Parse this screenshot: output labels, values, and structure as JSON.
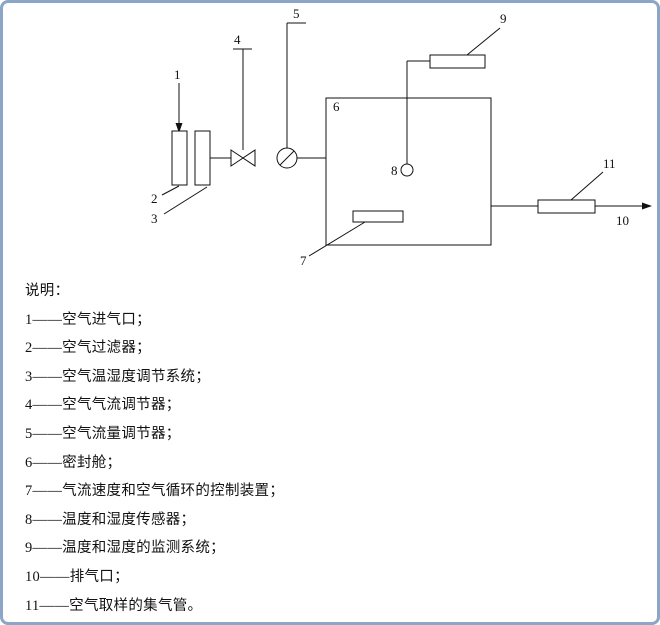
{
  "figure": {
    "labels": {
      "n1": "1",
      "n2": "2",
      "n3": "3",
      "n4": "4",
      "n5": "5",
      "n6": "6",
      "n7": "7",
      "n8": "8",
      "n9": "9",
      "n10": "10",
      "n11": "11"
    }
  },
  "legend": {
    "title": "说明：",
    "items": [
      "1——空气进气口；",
      "2——空气过滤器；",
      "3——空气温湿度调节系统；",
      "4——空气气流调节器；",
      "5——空气流量调节器；",
      "6——密封舱；",
      "7——气流速度和空气循环的控制装置；",
      "8——温度和湿度传感器；",
      "9——温度和湿度的监测系统；",
      "10——排气口；",
      "11——空气取样的集气管。"
    ]
  },
  "colors": {
    "line": "#111111",
    "frame": "#8ba6c6",
    "background": "#ffffff"
  }
}
